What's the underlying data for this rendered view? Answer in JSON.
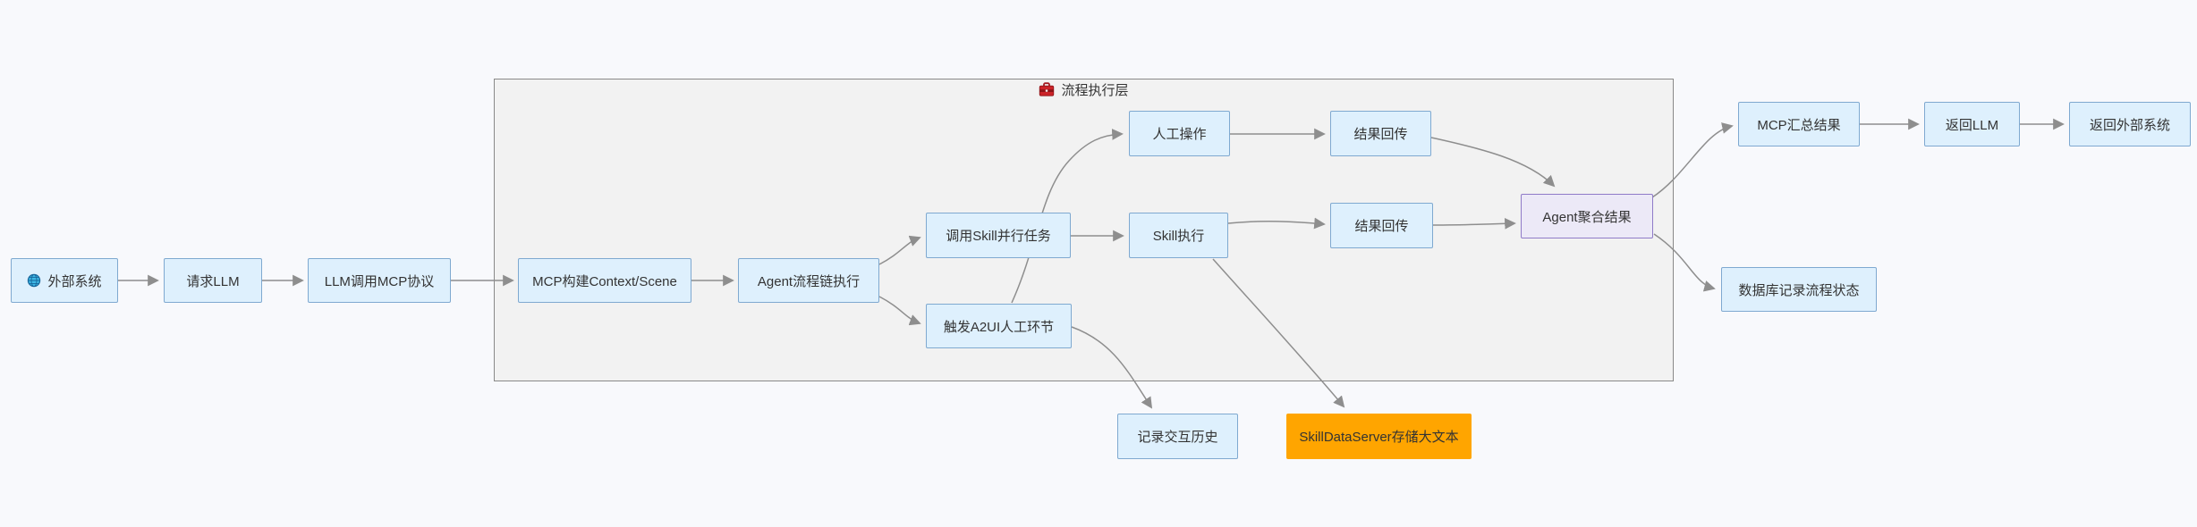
{
  "diagram": {
    "type": "flowchart",
    "direction": "left-to-right",
    "background_color": "#f8f9fc",
    "subgraph": {
      "title": "流程执行层",
      "icon": "toolbox-icon",
      "fill": "#f2f2f2",
      "border_color": "#898989",
      "contains": [
        "mcp-context",
        "agent-chain",
        "invoke-skill",
        "trigger-a2ui",
        "manual-op",
        "skill-exec",
        "result-return-1",
        "result-return-2",
        "agent-aggregate"
      ]
    },
    "colors": {
      "node_fill": "#def0fd",
      "node_border": "#7fa9d0",
      "aggregate_fill": "#ece9f7",
      "aggregate_border": "#8f7bc8",
      "storage_fill": "#ffa500",
      "edge": "#8e8e8e",
      "text": "#333333"
    },
    "nodes": [
      {
        "id": "external-system",
        "label": "外部系统",
        "icon": "globe-icon",
        "style": "process"
      },
      {
        "id": "request-llm",
        "label": "请求LLM",
        "style": "process"
      },
      {
        "id": "llm-mcp",
        "label": "LLM调用MCP协议",
        "style": "process"
      },
      {
        "id": "mcp-context",
        "label": "MCP构建Context/Scene",
        "style": "process"
      },
      {
        "id": "agent-chain",
        "label": "Agent流程链执行",
        "style": "process"
      },
      {
        "id": "invoke-skill",
        "label": "调用Skill并行任务",
        "style": "process"
      },
      {
        "id": "trigger-a2ui",
        "label": "触发A2UI人工环节",
        "style": "process"
      },
      {
        "id": "manual-op",
        "label": "人工操作",
        "style": "process"
      },
      {
        "id": "skill-exec",
        "label": "Skill执行",
        "style": "process"
      },
      {
        "id": "result-return-1",
        "label": "结果回传",
        "style": "process"
      },
      {
        "id": "result-return-2",
        "label": "结果回传",
        "style": "process"
      },
      {
        "id": "agent-aggregate",
        "label": "Agent聚合结果",
        "style": "aggregate"
      },
      {
        "id": "mcp-summary",
        "label": "MCP汇总结果",
        "style": "process"
      },
      {
        "id": "return-llm",
        "label": "返回LLM",
        "style": "process"
      },
      {
        "id": "return-external",
        "label": "返回外部系统",
        "style": "process"
      },
      {
        "id": "db-record",
        "label": "数据库记录流程状态",
        "style": "process"
      },
      {
        "id": "record-history",
        "label": "记录交互历史",
        "style": "process"
      },
      {
        "id": "skilldata-server",
        "label": "SkillDataServer存储大文本",
        "style": "storage"
      }
    ],
    "edges": [
      {
        "from": "external-system",
        "to": "request-llm"
      },
      {
        "from": "request-llm",
        "to": "llm-mcp"
      },
      {
        "from": "llm-mcp",
        "to": "mcp-context"
      },
      {
        "from": "mcp-context",
        "to": "agent-chain"
      },
      {
        "from": "agent-chain",
        "to": "invoke-skill"
      },
      {
        "from": "agent-chain",
        "to": "trigger-a2ui"
      },
      {
        "from": "invoke-skill",
        "to": "skill-exec"
      },
      {
        "from": "trigger-a2ui",
        "to": "manual-op"
      },
      {
        "from": "manual-op",
        "to": "result-return-1"
      },
      {
        "from": "skill-exec",
        "to": "result-return-2"
      },
      {
        "from": "result-return-1",
        "to": "agent-aggregate"
      },
      {
        "from": "result-return-2",
        "to": "agent-aggregate"
      },
      {
        "from": "agent-aggregate",
        "to": "mcp-summary"
      },
      {
        "from": "agent-aggregate",
        "to": "db-record"
      },
      {
        "from": "mcp-summary",
        "to": "return-llm"
      },
      {
        "from": "return-llm",
        "to": "return-external"
      },
      {
        "from": "trigger-a2ui",
        "to": "record-history"
      },
      {
        "from": "skill-exec",
        "to": "skilldata-server"
      }
    ]
  }
}
